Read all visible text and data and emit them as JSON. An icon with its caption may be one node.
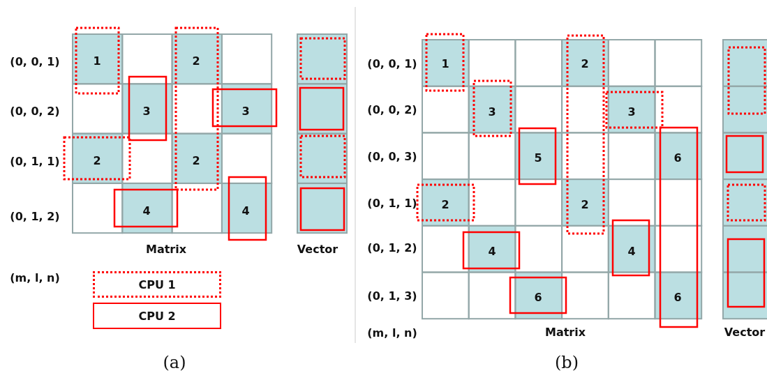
{
  "diagram": {
    "labels": [
      "(0, 0, 1)",
      "1",
      "2",
      "(0, 0, 2)",
      "3",
      "3",
      "(0, 1, 1)",
      "2",
      "2",
      "(0, 1, 2)",
      "4",
      "4",
      "Matrix",
      "Vector",
      "(m, l, n)",
      "(a)",
      "(0, 0, 1)",
      "1",
      "2",
      "(0, 0, 2)",
      "3",
      "3",
      "(0, 0, 3)",
      "5",
      "6",
      "(0, 1, 1)",
      "2",
      "2",
      "(0, 1, 2)",
      "4",
      "4",
      "(0, 1, 3)",
      "6",
      "6",
      "(m, l, n)",
      "Matrix",
      "Vector",
      "(b)"
    ],
    "legend": [
      {
        "text": "CPU 1"
      },
      {
        "text": "CPU 2"
      }
    ]
  }
}
